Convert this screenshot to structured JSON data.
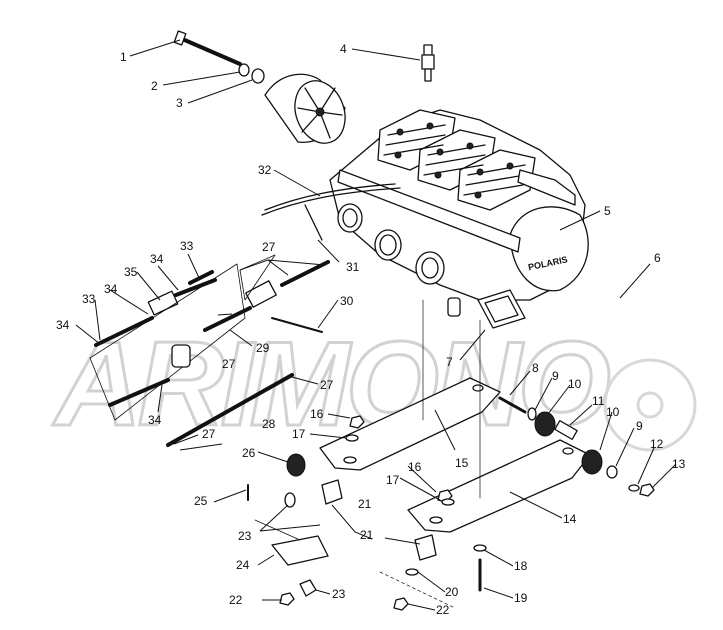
{
  "watermark": {
    "text": "ARIMONO"
  },
  "callouts": [
    {
      "id": "c1",
      "number": "1"
    },
    {
      "id": "c2",
      "number": "2"
    },
    {
      "id": "c3",
      "number": "3"
    },
    {
      "id": "c4",
      "number": "4"
    },
    {
      "id": "c5",
      "number": "5"
    },
    {
      "id": "c6",
      "number": "6"
    },
    {
      "id": "c7",
      "number": "7"
    },
    {
      "id": "c8",
      "number": "8"
    },
    {
      "id": "c9a",
      "number": "9"
    },
    {
      "id": "c9b",
      "number": "9"
    },
    {
      "id": "c10a",
      "number": "10"
    },
    {
      "id": "c10b",
      "number": "10"
    },
    {
      "id": "c11",
      "number": "11"
    },
    {
      "id": "c12",
      "number": "12"
    },
    {
      "id": "c13",
      "number": "13"
    },
    {
      "id": "c14",
      "number": "14"
    },
    {
      "id": "c15",
      "number": "15"
    },
    {
      "id": "c16a",
      "number": "16"
    },
    {
      "id": "c16b",
      "number": "16"
    },
    {
      "id": "c17a",
      "number": "17"
    },
    {
      "id": "c17b",
      "number": "17"
    },
    {
      "id": "c18",
      "number": "18"
    },
    {
      "id": "c19",
      "number": "19"
    },
    {
      "id": "c20",
      "number": "20"
    },
    {
      "id": "c21a",
      "number": "21"
    },
    {
      "id": "c21b",
      "number": "21"
    },
    {
      "id": "c22a",
      "number": "22"
    },
    {
      "id": "c22b",
      "number": "22"
    },
    {
      "id": "c23a",
      "number": "23"
    },
    {
      "id": "c23b",
      "number": "23"
    },
    {
      "id": "c24",
      "number": "24"
    },
    {
      "id": "c25",
      "number": "25"
    },
    {
      "id": "c26",
      "number": "26"
    },
    {
      "id": "c27a",
      "number": "27"
    },
    {
      "id": "c27b",
      "number": "27"
    },
    {
      "id": "c27c",
      "number": "27"
    },
    {
      "id": "c27d",
      "number": "27"
    },
    {
      "id": "c28",
      "number": "28"
    },
    {
      "id": "c29",
      "number": "29"
    },
    {
      "id": "c30",
      "number": "30"
    },
    {
      "id": "c31",
      "number": "31"
    },
    {
      "id": "c32",
      "number": "32"
    },
    {
      "id": "c33a",
      "number": "33"
    },
    {
      "id": "c33b",
      "number": "33"
    },
    {
      "id": "c34a",
      "number": "34"
    },
    {
      "id": "c34b",
      "number": "34"
    },
    {
      "id": "c34c",
      "number": "34"
    },
    {
      "id": "c34d",
      "number": "34"
    },
    {
      "id": "c35",
      "number": "35"
    }
  ]
}
